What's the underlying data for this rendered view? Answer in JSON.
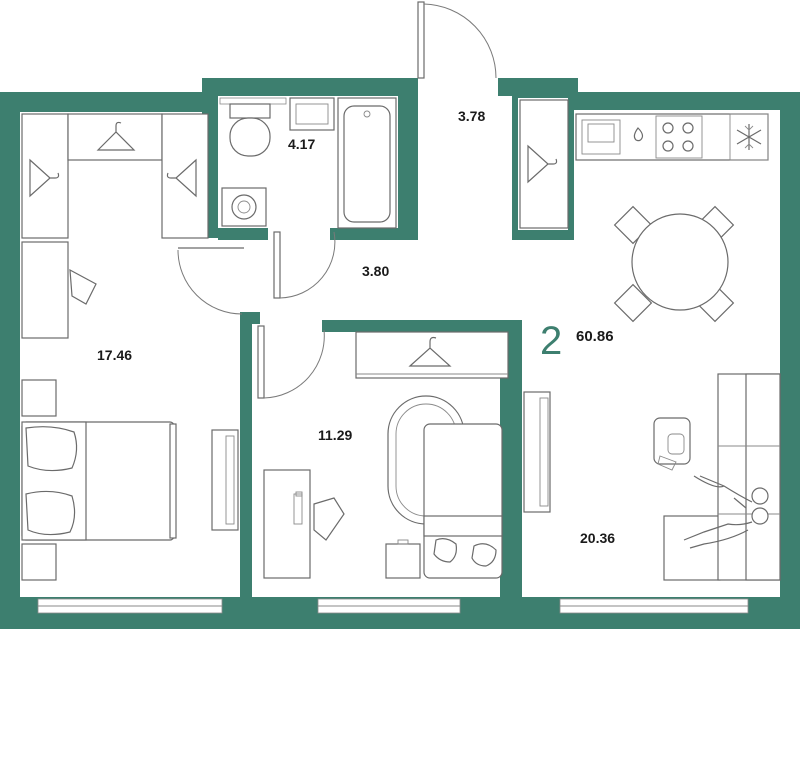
{
  "plan": {
    "room_count": "2",
    "total_area": "60.86",
    "colors": {
      "wall": "#3d7f6f",
      "furniture_line": "#6b6b6b",
      "background": "#ffffff"
    },
    "rooms": [
      {
        "id": "bedroom",
        "area": "17.46"
      },
      {
        "id": "bathroom",
        "area": "4.17"
      },
      {
        "id": "entrance",
        "area": "3.78"
      },
      {
        "id": "hallway",
        "area": "3.80"
      },
      {
        "id": "kids-room",
        "area": "11.29"
      },
      {
        "id": "kitchen-living",
        "area": "20.36"
      }
    ],
    "icons": [
      "hanger-icon",
      "washing-machine-icon",
      "bathtub-icon",
      "sink-icon",
      "toilet-icon",
      "stove-icon",
      "snowflake-icon",
      "bed-icon",
      "sofa-icon",
      "desk-icon",
      "dining-table-icon",
      "armchair-icon",
      "person-icon"
    ]
  }
}
